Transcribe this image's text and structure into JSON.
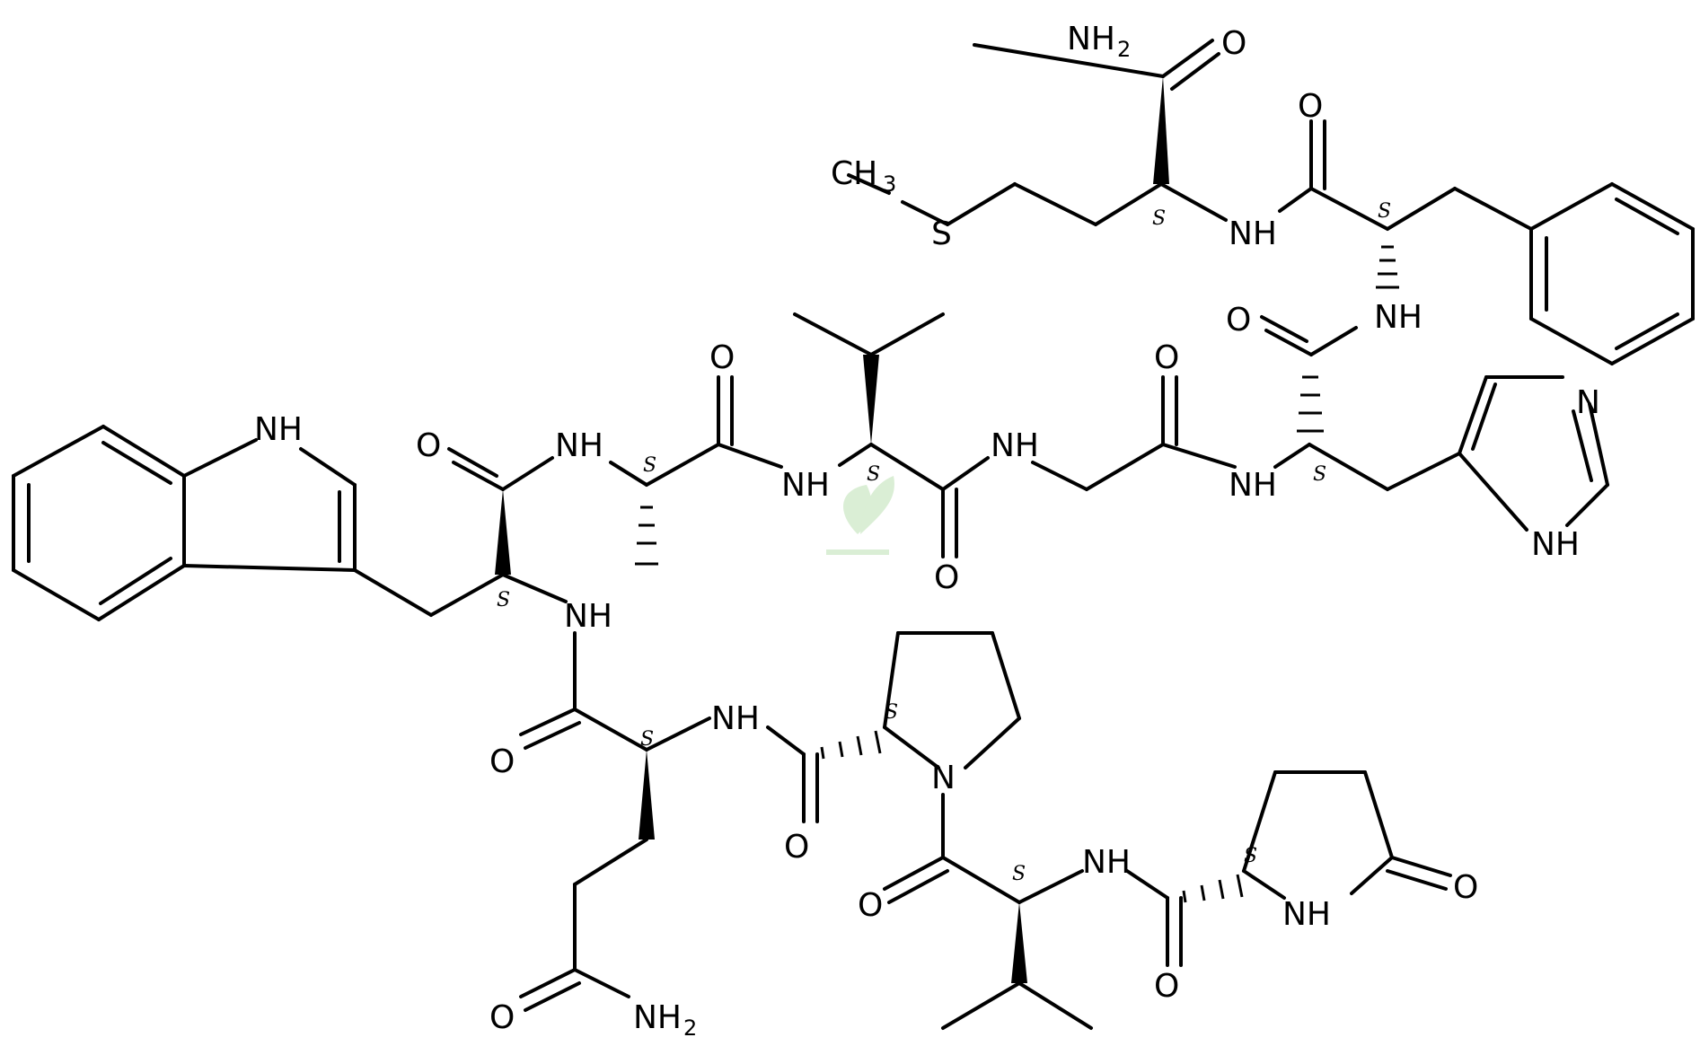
{
  "diagram": {
    "type": "skeletal-formula",
    "labels": {
      "nh2_top": "NH",
      "nh2_top_sub": "2",
      "o_top": "O",
      "o_phe": "O",
      "ch3": "CH",
      "ch3_sub": "3",
      "s_atom": "S",
      "nh_met": "NH",
      "nh_phe": "NH",
      "o_his": "O",
      "n_imid": "N",
      "nh_imid": "NH",
      "nh_indole": "NH",
      "o_trp": "O",
      "nh_ala": "NH",
      "o_ala": "O",
      "nh_val": "NH",
      "nh_gly": "NH",
      "o_gly": "O",
      "o_val": "O",
      "nh_his": "NH",
      "nh_trp": "NH",
      "o_gln": "O",
      "nh_gln": "NH",
      "n_pro": "N",
      "o_pro": "O",
      "o_gln_side": "O",
      "nh2_gln": "NH",
      "nh2_gln_sub": "2",
      "o_val2": "O",
      "nh_val2": "NH",
      "o_pyr_ring": "O",
      "nh_pyr": "NH",
      "o_pyr": "O"
    },
    "stereo_label": "S",
    "watermark": "zoom-plant-logo"
  }
}
